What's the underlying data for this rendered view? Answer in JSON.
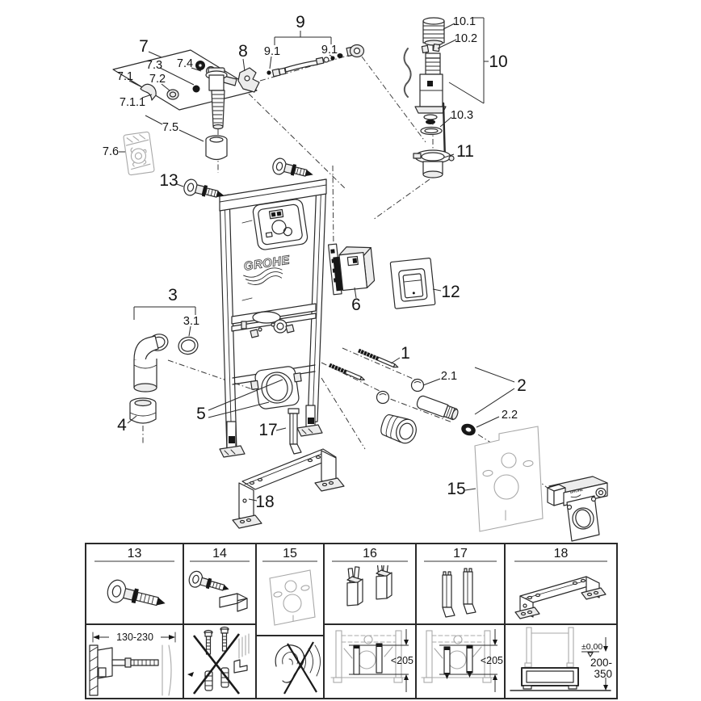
{
  "brand": {
    "logo": "GROHE"
  },
  "callouts": {
    "c1": "1",
    "c2": "2",
    "c2_1": "2.1",
    "c2_2": "2.2",
    "c3": "3",
    "c3_1": "3.1",
    "c4": "4",
    "c5": "5",
    "c6": "6",
    "c7": "7",
    "c7_1": "7.1",
    "c7_1_1": "7.1.1",
    "c7_2": "7.2",
    "c7_3": "7.3",
    "c7_4": "7.4",
    "c7_5": "7.5",
    "c7_6": "7.6",
    "c8": "8",
    "c9": "9",
    "c9_1a": "9.1",
    "c9_1b": "9.1",
    "c10": "10",
    "c10_1": "10.1",
    "c10_2": "10.2",
    "c10_3": "10.3",
    "c11": "11",
    "c12": "12",
    "c13": "13",
    "c15": "15",
    "c17": "17",
    "c18": "18"
  },
  "table": {
    "columns": [
      {
        "header": "13",
        "icon_top": "wall-hanger-bolt-icon",
        "icon_bottom": "wall-mount-side-view-icon",
        "dimension": "130-230"
      },
      {
        "header": "14",
        "icon_top": "hanger-bolt-with-bracket-icon",
        "icon_bottom": "screws-and-plugs-crossed-out-icon",
        "dimension": ""
      },
      {
        "header": "15",
        "icon_top": "sound-insulation-sheet-icon",
        "icon_bottom": "ear-noise-crossed-out-icon",
        "dimension": ""
      },
      {
        "header": "16",
        "icon_top": "support-blocks-icon",
        "icon_bottom": "frame-lower-section-icon",
        "dimension": "<205"
      },
      {
        "header": "17",
        "icon_top": "support-brackets-icon",
        "icon_bottom": "frame-lower-section-icon",
        "dimension": "<205"
      },
      {
        "header": "18",
        "icon_top": "mounting-frame-icon",
        "icon_bottom": "frame-base-height-icon",
        "dimension_level": "±0,00",
        "dimension_lines": [
          "200-",
          "350"
        ]
      }
    ]
  }
}
